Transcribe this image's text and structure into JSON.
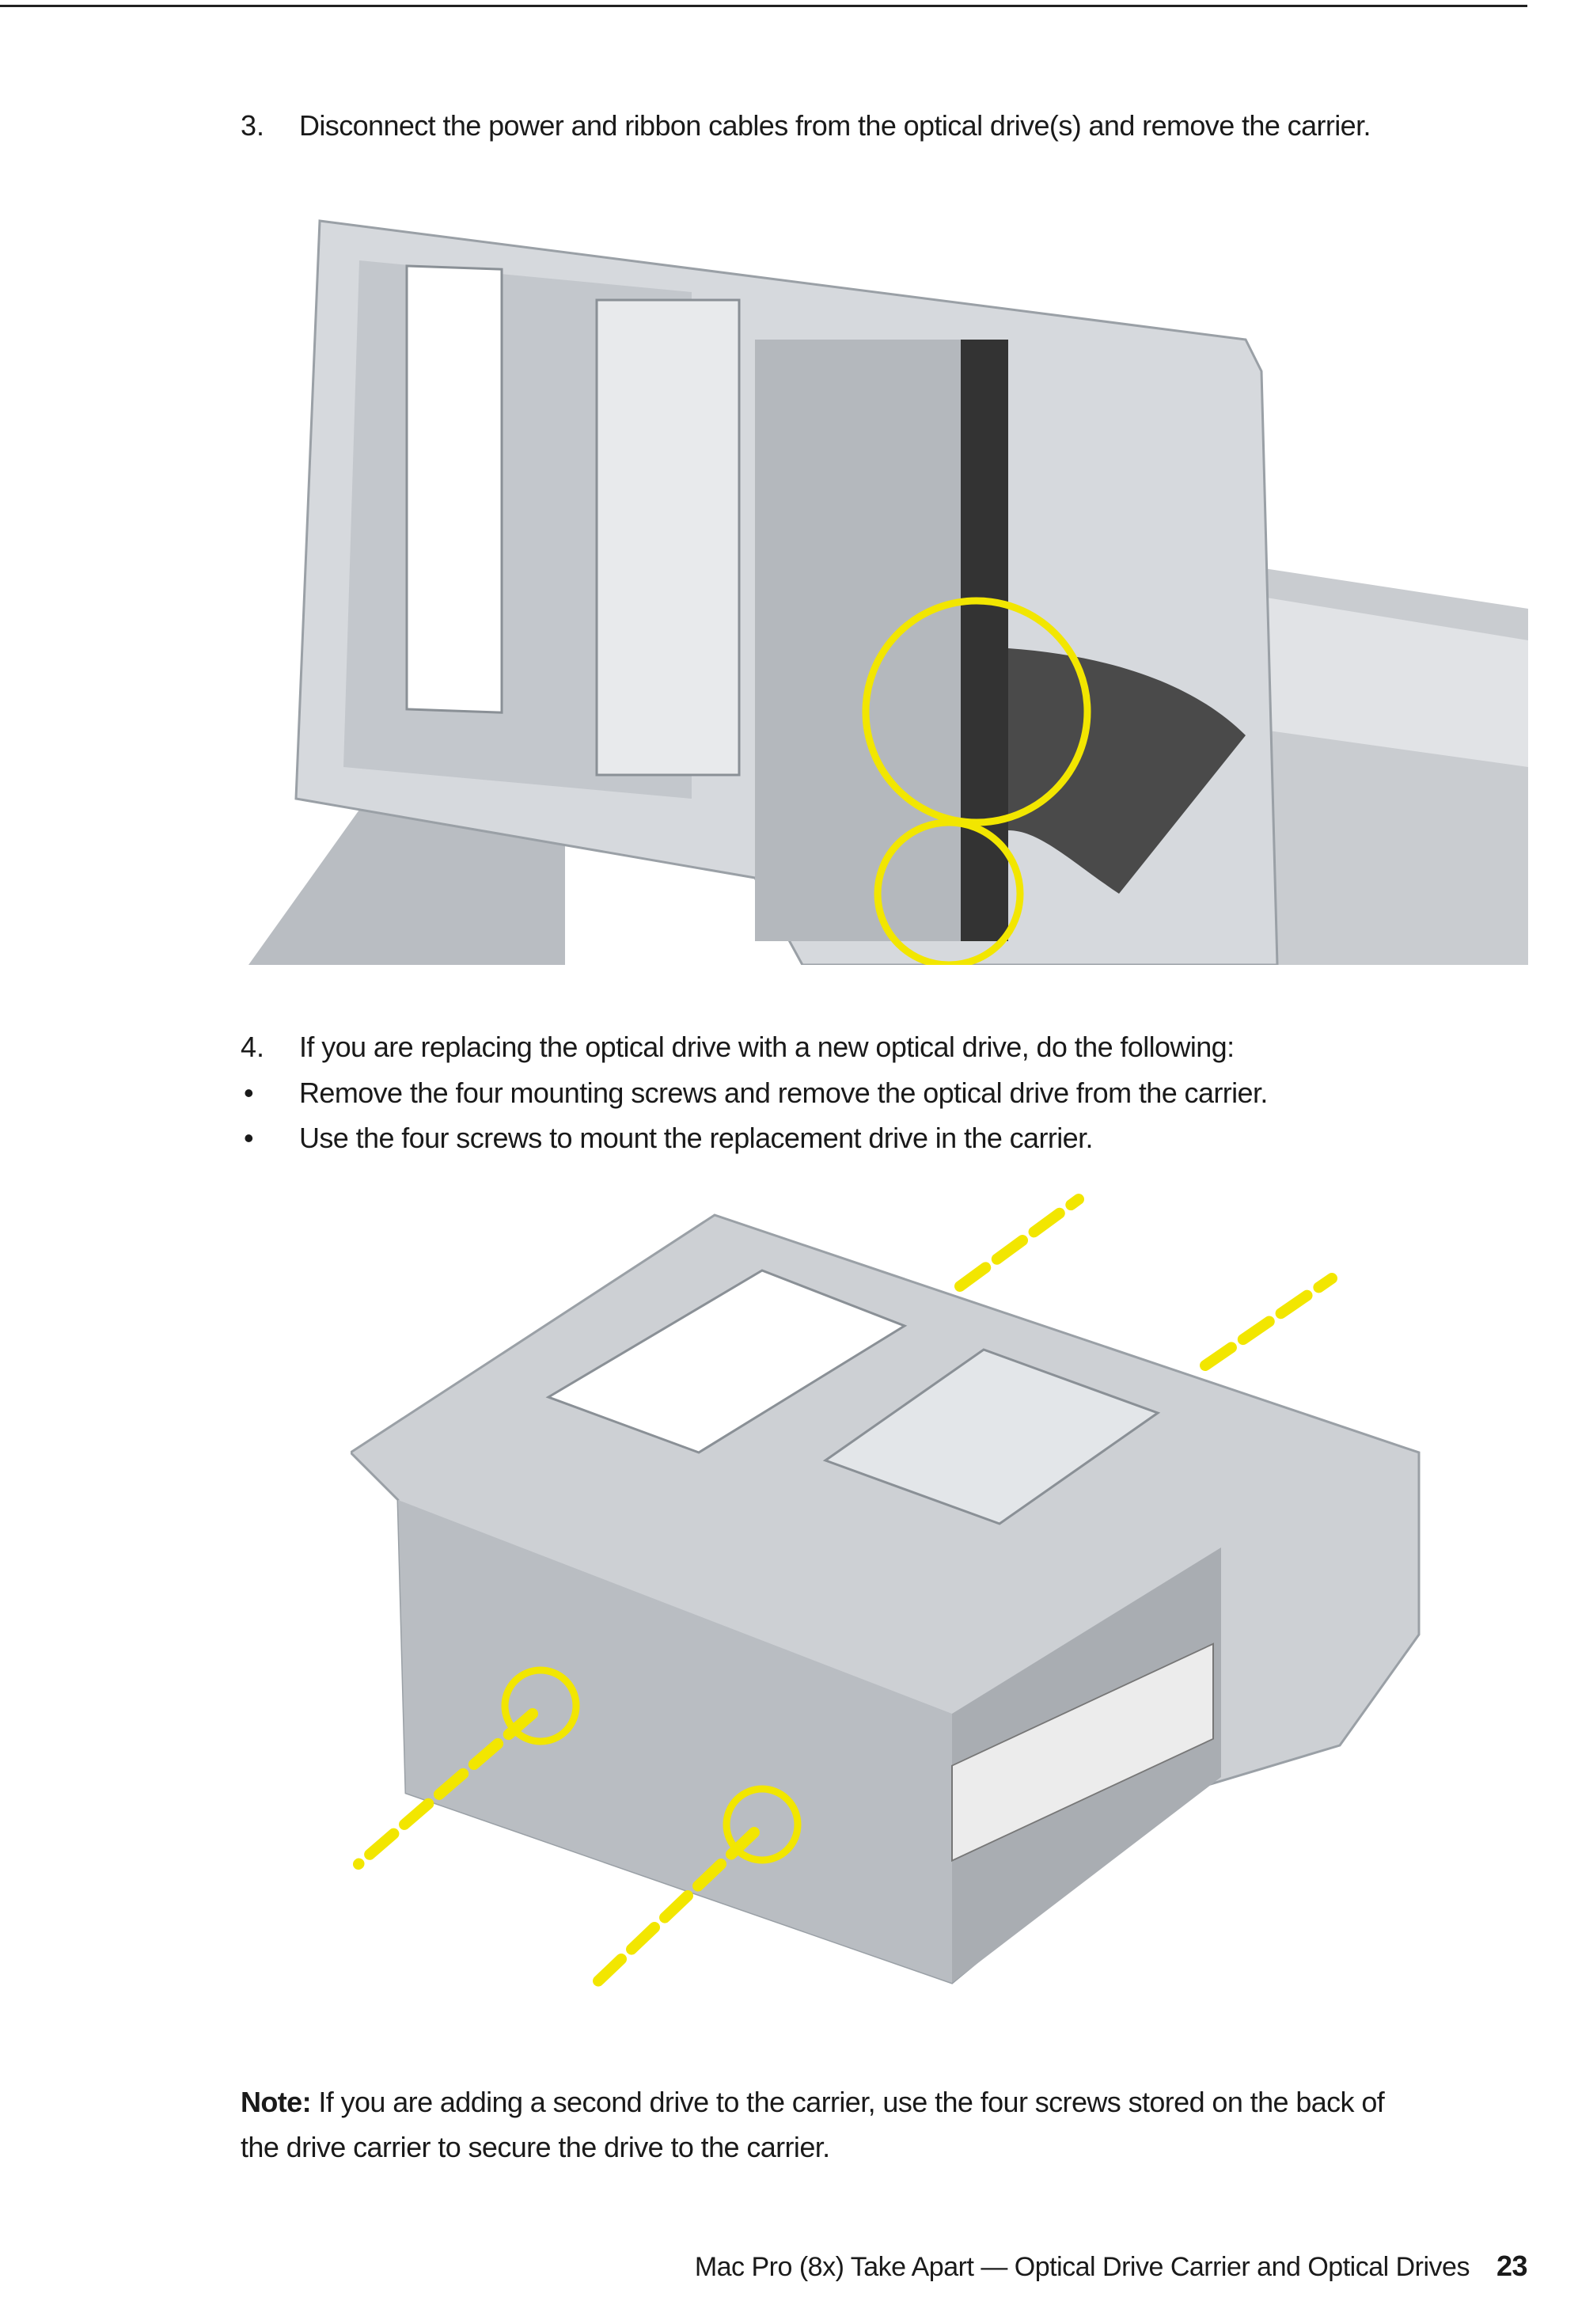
{
  "steps": [
    {
      "number": "3.",
      "text": "Disconnect the power and ribbon cables from the optical drive(s) and remove the carrier."
    },
    {
      "number": "4.",
      "text": "If you are replacing the optical drive with a new optical drive, do the following:"
    }
  ],
  "bullets": [
    {
      "marker": "•",
      "text": "Remove the four mounting screws and remove the optical drive from the carrier."
    },
    {
      "marker": "•",
      "text": "Use the four screws to mount the replacement drive in the carrier."
    }
  ],
  "note": {
    "label": "Note:",
    "line1": " If you are adding a second drive to the carrier, use the four screws stored on the back of",
    "line2": "the drive carrier to secure the drive to the carrier."
  },
  "footer": {
    "title": "Mac Pro (8x) Take Apart — Optical Drive Carrier and Optical Drives",
    "page": "23"
  },
  "colors": {
    "callout": "#f2e600",
    "metal": "#c8ccd0"
  }
}
